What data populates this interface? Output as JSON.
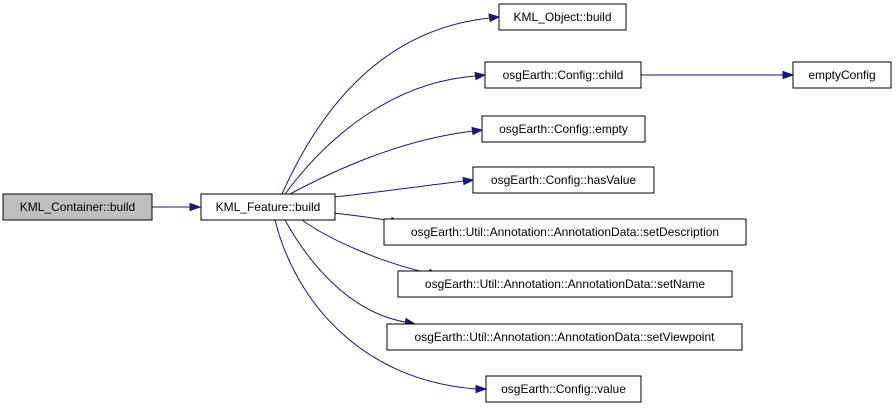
{
  "colors": {
    "edge": "#191970",
    "root_fill": "#bfbfbf",
    "node_fill": "#ffffff",
    "node_border": "#000000"
  },
  "nodes": {
    "container_build": "KML_Container::build",
    "feature_build": "KML_Feature::build",
    "object_build": "KML_Object::build",
    "config_child": "osgEarth::Config::child",
    "empty_config": "emptyConfig",
    "config_empty": "osgEarth::Config::empty",
    "config_has_value": "osgEarth::Config::hasValue",
    "set_description": "osgEarth::Util::Annotation::AnnotationData::setDescription",
    "set_name": "osgEarth::Util::Annotation::AnnotationData::setName",
    "set_viewpoint": "osgEarth::Util::Annotation::AnnotationData::setViewpoint",
    "config_value": "osgEarth::Config::value"
  }
}
